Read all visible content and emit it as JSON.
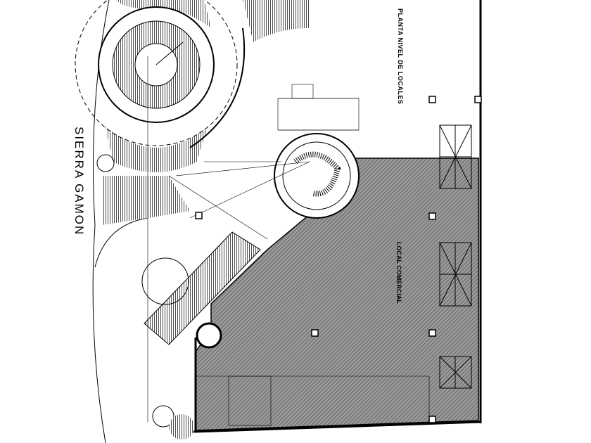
{
  "drawing": {
    "title": "PLANTA NIVEL DE LOCALES",
    "street_label": "SIERRA GAMON",
    "area_label": "LOCAL COMERCIAL"
  },
  "colors": {
    "line": "#000000",
    "hatch_fill": "#8a8a8a",
    "background": "#ffffff"
  }
}
